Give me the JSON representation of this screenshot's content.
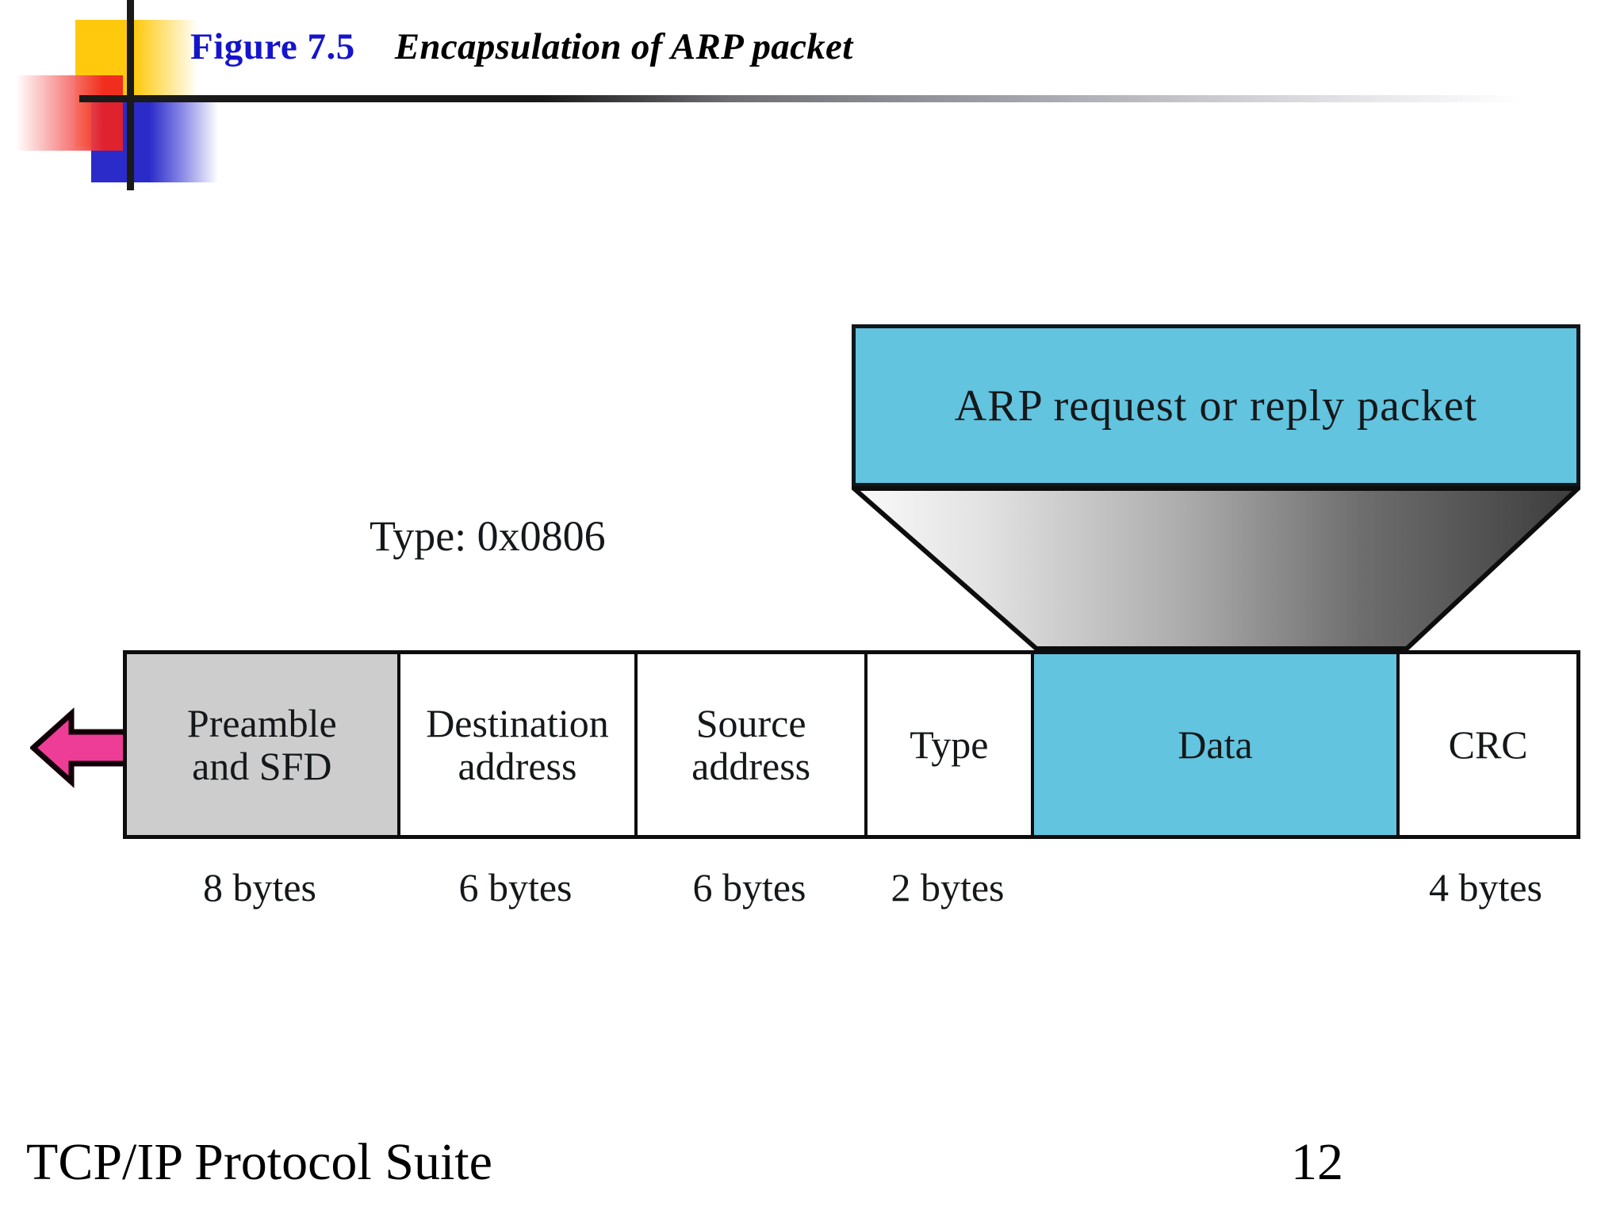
{
  "header": {
    "figure_number": "Figure 7.5",
    "figure_caption": "Encapsulation of ARP packet",
    "figure_number_color": "#1414CC",
    "caption_color": "#000000"
  },
  "diagram": {
    "upper_packet": {
      "label": "ARP request or reply packet",
      "fill_color": "#62C4DF",
      "border_color": "#10181C"
    },
    "funnel": {
      "name": "encapsulation-funnel",
      "gradient_from": "#F7F7F7",
      "gradient_to": "#4A4A4A"
    },
    "type_annotation": "Type: 0x0806",
    "direction_arrow": {
      "name": "transmission-direction-arrow",
      "fill_color": "#ED3D96",
      "outline_color": "#110008",
      "direction": "left"
    },
    "ethernet_frame": {
      "fields": [
        {
          "label": "Preamble and SFD",
          "line1": "Preamble",
          "line2": "and SFD",
          "size": "8 bytes",
          "fill": "#CDCDCD"
        },
        {
          "label": "Destination address",
          "line1": "Destination",
          "line2": "address",
          "size": "6 bytes",
          "fill": "#FFFFFF"
        },
        {
          "label": "Source address",
          "line1": "Source",
          "line2": "address",
          "size": "6 bytes",
          "fill": "#FFFFFF"
        },
        {
          "label": "Type",
          "line1": "Type",
          "line2": "",
          "size": "2 bytes",
          "fill": "#FFFFFF"
        },
        {
          "label": "Data",
          "line1": "Data",
          "line2": "",
          "size": "",
          "fill": "#62C4DF"
        },
        {
          "label": "CRC",
          "line1": "CRC",
          "line2": "",
          "size": "4 bytes",
          "fill": "#FFFFFF"
        }
      ]
    }
  },
  "footer": {
    "book_title": "TCP/IP Protocol Suite",
    "page_number": "12"
  }
}
